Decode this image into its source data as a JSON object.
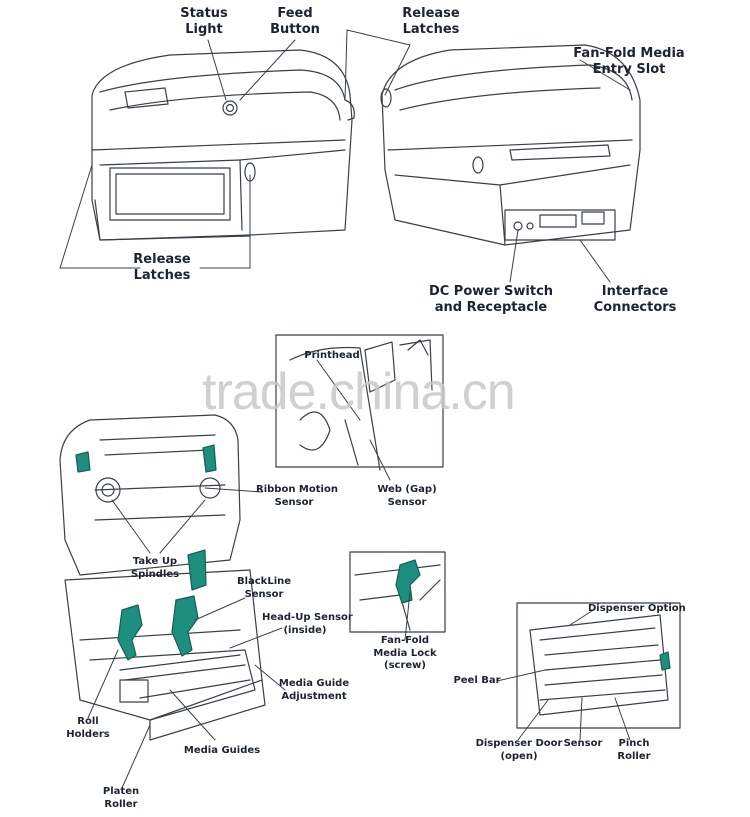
{
  "labels": {
    "status_light": [
      "Status",
      "Light"
    ],
    "feed_button": [
      "Feed",
      "Button"
    ],
    "release_latches_top": [
      "Release",
      "Latches"
    ],
    "fan_fold_entry": [
      "Fan-Fold Media",
      "Entry Slot"
    ],
    "release_latches_left": [
      "Release",
      "Latches"
    ],
    "dc_power": [
      "DC Power Switch",
      "and Receptacle"
    ],
    "interface": [
      "Interface",
      "Connectors"
    ],
    "printhead": [
      "Printhead"
    ],
    "ribbon_sensor": [
      "Ribbon Motion",
      "Sensor"
    ],
    "web_sensor": [
      "Web (Gap)",
      "Sensor"
    ],
    "take_up": [
      "Take Up",
      "Spindles"
    ],
    "blackline": [
      "BlackLine",
      "Sensor"
    ],
    "head_up": [
      "Head-Up Sensor",
      "(inside)"
    ],
    "fan_fold_lock": [
      "Fan-Fold",
      "Media Lock",
      "(screw)"
    ],
    "dispenser_option": [
      "Dispenser Option"
    ],
    "peel_bar": [
      "Peel Bar"
    ],
    "media_guide_adj": [
      "Media Guide",
      "Adjustment"
    ],
    "roll_holders": [
      "Roll",
      "Holders"
    ],
    "media_guides": [
      "Media Guides"
    ],
    "dispenser_door": [
      "Dispenser Door",
      "(open)"
    ],
    "sensor": [
      "Sensor"
    ],
    "pinch_roller": [
      "Pinch",
      "Roller"
    ],
    "platen_roller": [
      "Platen",
      "Roller"
    ]
  },
  "watermark": "trade.china.cn",
  "colors": {
    "line": "#3a3f4a",
    "label": "#1c2430",
    "teal": "#1e8f7e",
    "watermark": "#c8c8c8"
  }
}
